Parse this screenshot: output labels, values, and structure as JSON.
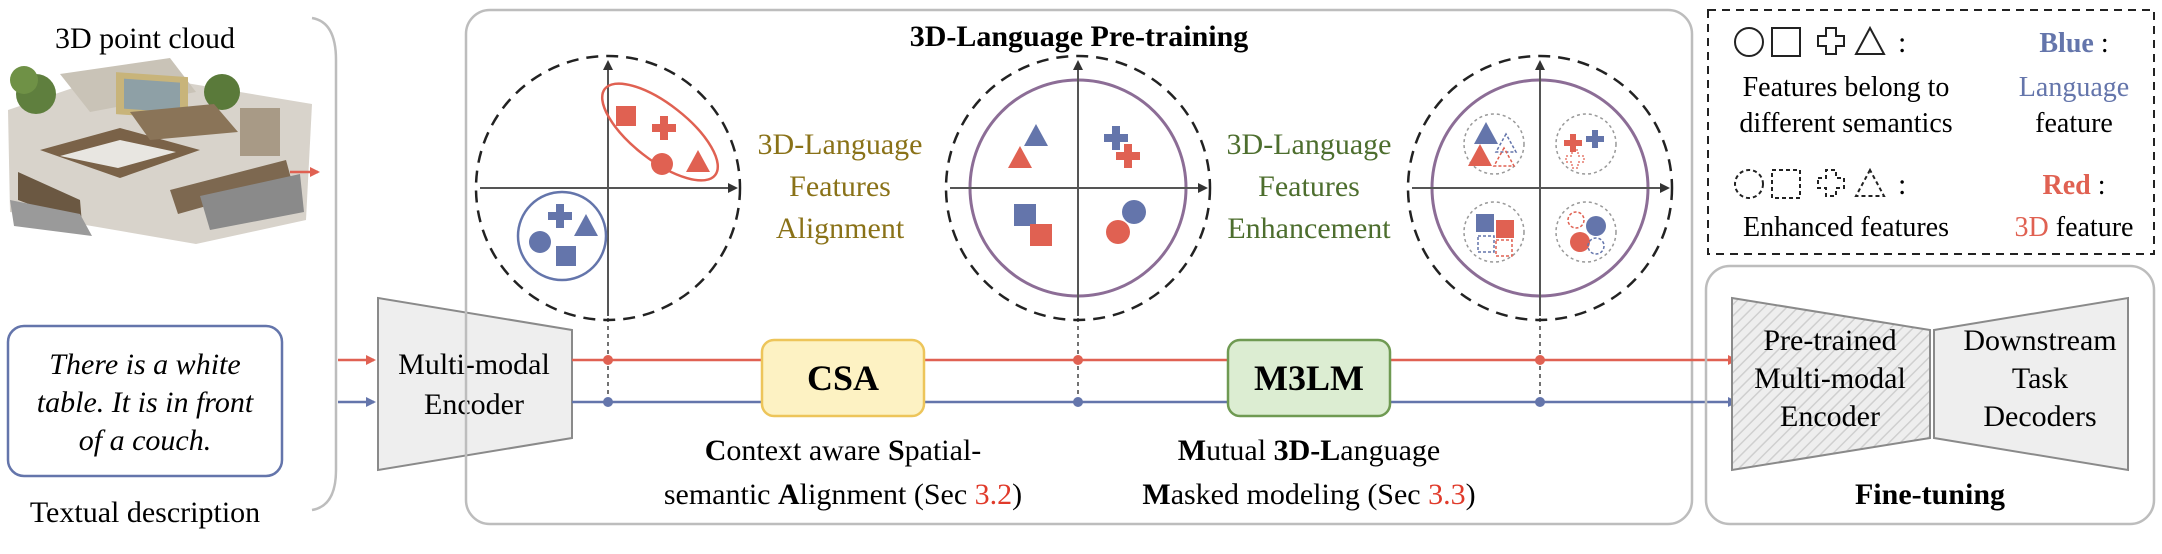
{
  "input": {
    "point_cloud_label": "3D point cloud",
    "text_lines": [
      "There is a white",
      "table. It is in front",
      "of a couch."
    ],
    "text_caption": "Textual description"
  },
  "encoder": {
    "lines": [
      "Multi-modal",
      "Encoder"
    ]
  },
  "pretrain": {
    "title": "3D-Language Pre-training",
    "alignment_label": [
      "3D-Language",
      "Features",
      "Alignment"
    ],
    "enhancement_label": [
      "3D-Language",
      "Features",
      "Enhancement"
    ],
    "csa": {
      "box": "CSA",
      "line1_bold": "C",
      "line1_a": "ontext aware ",
      "line1_bold2": "S",
      "line1_b": "patial-",
      "line2_a": "semantic ",
      "line2_bold": "A",
      "line2_b": "lignment (Sec ",
      "line2_ref": "3.2",
      "line2_c": ")"
    },
    "m3lm": {
      "box": "M3LM",
      "line1_bold": "M",
      "line1_a": "utual ",
      "line1_bold2": "3D-L",
      "line1_b": "anguage",
      "line2_bold": "M",
      "line2_a": "asked modeling (Sec ",
      "line2_ref": "3.3",
      "line2_b": ")"
    }
  },
  "legend": {
    "symbols_colon": ":",
    "features_text": [
      "Features belong to",
      "different semantics"
    ],
    "enhanced_colon": ":",
    "enhanced_text": "Enhanced features",
    "blue_title": "Blue",
    "blue_colon": " :",
    "blue_text": [
      "Language",
      "feature"
    ],
    "red_title": "Red",
    "red_colon": " :",
    "red_text_colored": "3D",
    "red_text_rest": " feature"
  },
  "finetune": {
    "encoder_lines": [
      "Pre-trained",
      "Multi-modal",
      "Encoder"
    ],
    "decoder_lines": [
      "Downstream",
      "Task",
      "Decoders"
    ],
    "title": "Fine-tuning"
  },
  "colors": {
    "red": "#e06152",
    "blue": "#6475ab",
    "olive": "#8a7218",
    "green": "#4d6e2e",
    "csa_fill": "#fdf2c3",
    "csa_stroke": "#edc55a",
    "m3lm_fill": "#dcedd2",
    "m3lm_stroke": "#6f9a52",
    "panel_stroke": "#bdbdbd",
    "circle_stroke": "#8c6d96"
  }
}
